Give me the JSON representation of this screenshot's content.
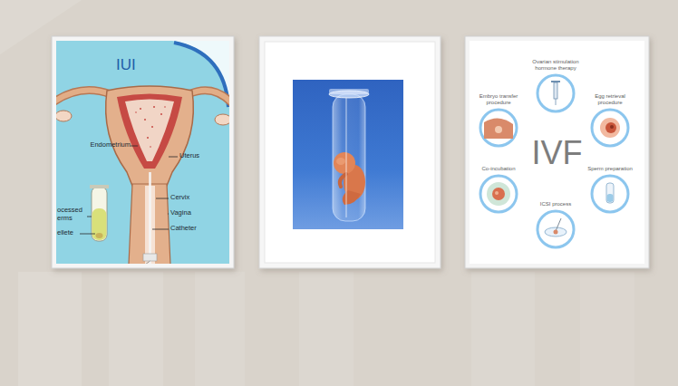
{
  "diagram": {
    "nodes": [
      {
        "text": [
          "IUI"
        ]
      },
      {
        "text": [
          "IVF"
        ]
      },
      {
        "text": [
          "Ovarian stimulation hormone therapy"
        ],
        "in": 1
      },
      {
        "text": [
          "Egg retrieval procedure"
        ],
        "in": 1
      },
      {
        "text": [
          "Sperm preparation"
        ],
        "in": 1
      },
      {
        "text": [
          "ICSI process"
        ],
        "in": 1
      },
      {
        "text": [
          "Co-incubation"
        ],
        "in": 1
      },
      {
        "text": [
          "Embryo transfer procedure"
        ],
        "in": 1
      }
    ],
    "labels": [
      "Endometrium",
      "Uterus",
      "Cervix",
      "Vagina",
      "Catheter",
      "ocessed erms",
      "ellete"
    ]
  }
}
